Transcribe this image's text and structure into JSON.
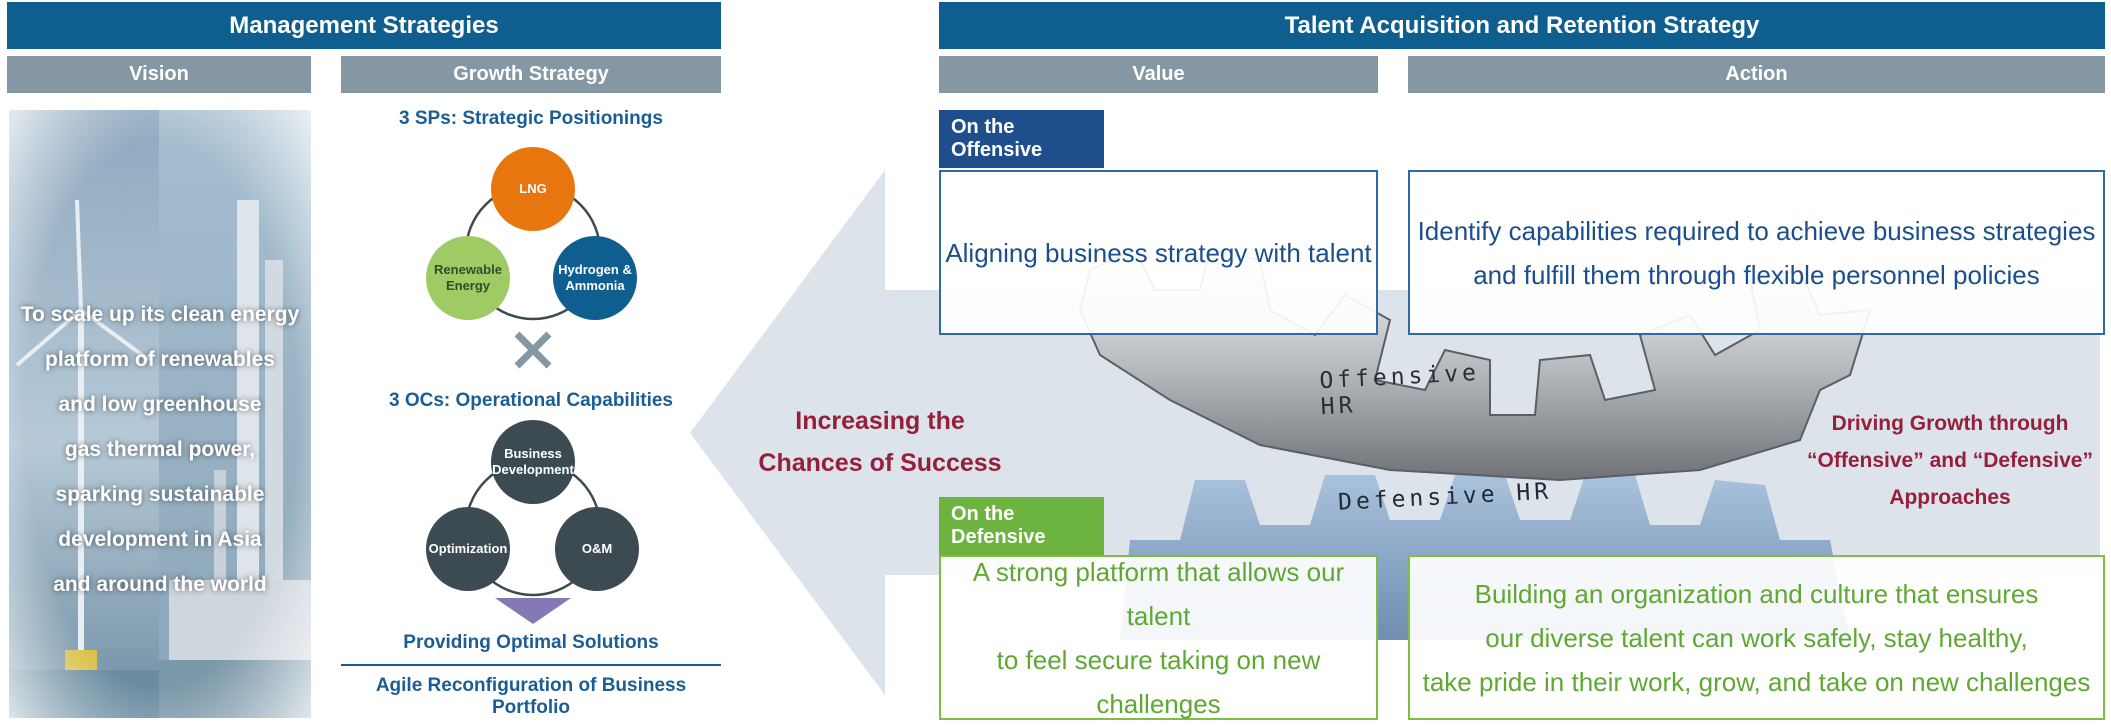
{
  "left": {
    "header": "Management Strategies",
    "vision_label": "Vision",
    "growth_label": "Growth Strategy",
    "vision_text_lines": [
      "To scale up its clean energy",
      "platform of renewables",
      "and low greenhouse",
      "gas thermal power,",
      "sparking sustainable",
      "development in Asia",
      "and around the world"
    ],
    "sps_title": "3 SPs: Strategic Positionings",
    "sps": [
      {
        "label_lines": [
          "LNG"
        ],
        "color": "#e8760f"
      },
      {
        "label_lines": [
          "Renewable",
          "Energy"
        ],
        "color": "#9fcb64"
      },
      {
        "label_lines": [
          "Hydrogen &",
          "Ammonia"
        ],
        "color": "#0f5e90"
      }
    ],
    "ocs_title": "3 OCs: Operational Capabilities",
    "ocs": [
      {
        "label_lines": [
          "Business",
          "Development"
        ],
        "color": "#3c4a52"
      },
      {
        "label_lines": [
          "Optimization"
        ],
        "color": "#3c4a52"
      },
      {
        "label_lines": [
          "O&M"
        ],
        "color": "#3c4a52"
      }
    ],
    "solutions": "Providing Optimal Solutions",
    "agile": "Agile Reconfiguration of Business Portfolio"
  },
  "middle": {
    "line1": "Increasing the",
    "line2": "Chances of Success"
  },
  "right": {
    "header": "Talent Acquisition and Retention Strategy",
    "value_label": "Value",
    "action_label": "Action",
    "offensive_tag": "On the Offensive",
    "defensive_tag": "On the Defensive",
    "offensive_value": [
      "Aligning business strategy with talent"
    ],
    "offensive_action": [
      "Identify capabilities required to achieve business strategies",
      "and fulfill them through flexible personnel policies"
    ],
    "defensive_value": [
      "A strong platform that allows our talent",
      "to feel secure taking on new challenges"
    ],
    "defensive_action": [
      "Building an organization and culture that ensures",
      "our diverse talent can work safely, stay healthy,",
      "take pride in their work, grow, and take on new challenges"
    ],
    "gear_offensive": "Offensive HR",
    "gear_defensive": "Defensive HR",
    "driving": [
      "Driving Growth through",
      "“Offensive” and “Defensive”",
      "Approaches"
    ]
  },
  "colors": {
    "header_blue": "#0f5e90",
    "subheader_gray": "#8597a3",
    "offensive_navy": "#1f4e8c",
    "defensive_green": "#6db33f",
    "accent_red": "#96203a"
  }
}
